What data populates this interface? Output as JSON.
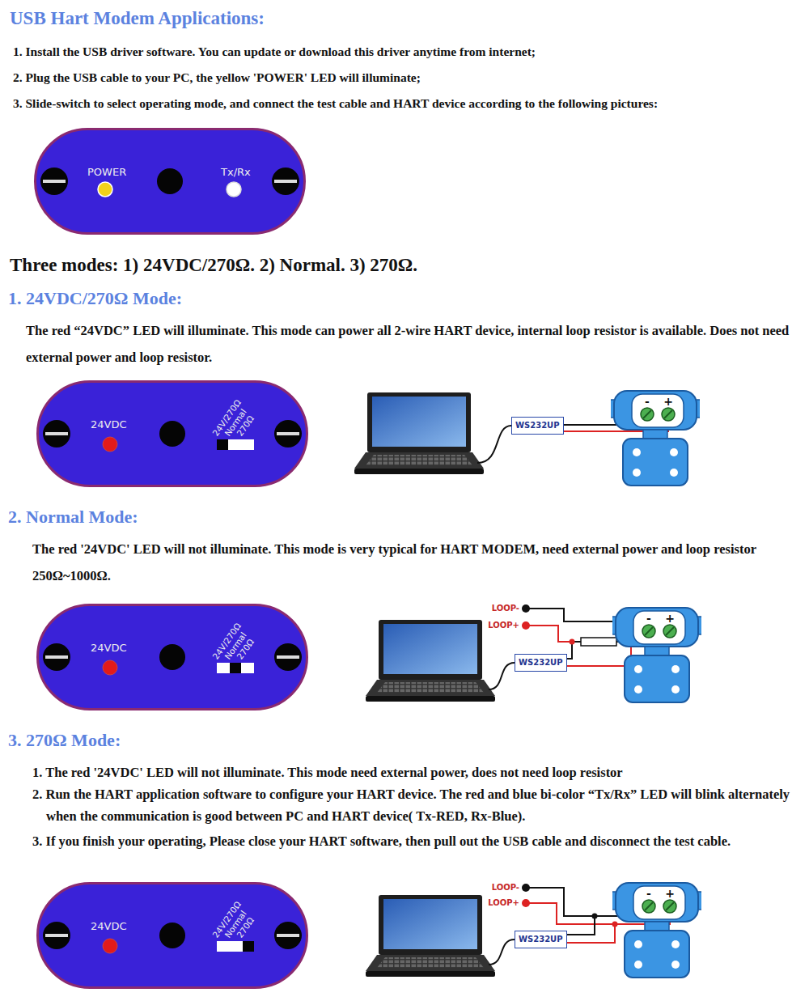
{
  "diagram": {
    "title": "USB Hart Modem Applications:",
    "nodes": [
      {
        "text": [
          "POWER",
          "Tx/Rx"
        ]
      },
      {
        "text": [
          "24VDC",
          "24V/270Ω",
          "Normal",
          "270Ω"
        ]
      },
      {
        "text": [
          "WS232UP"
        ]
      },
      {
        "text": [
          "-",
          "+"
        ]
      },
      {
        "text": [
          "24VDC",
          "24V/270Ω",
          "Normal",
          "270Ω"
        ]
      },
      {
        "text": [
          "WS232UP"
        ]
      },
      {
        "text": [
          "-",
          "+"
        ]
      },
      {
        "text": [
          "24VDC",
          "24V/270Ω",
          "Normal",
          "270Ω"
        ]
      },
      {
        "text": [
          "WS232UP"
        ]
      },
      {
        "text": [
          "-",
          "+"
        ]
      }
    ],
    "edges": [
      {
        "from": 2,
        "to": 3,
        "arrow": "none"
      },
      {
        "from": 2,
        "to": 3,
        "arrow": "none"
      },
      {
        "from": 5,
        "to": 6,
        "arrow": "none"
      },
      {
        "from": 5,
        "to": 6,
        "arrow": "none"
      },
      {
        "from": 8,
        "to": 9,
        "arrow": "none"
      },
      {
        "from": 8,
        "to": 9,
        "arrow": "none"
      }
    ],
    "labels": [
      "1. Install the USB driver software. You can update or download this driver anytime from internet;",
      "2. Plug the USB cable to your PC, the yellow 'POWER' LED will illuminate;",
      "3. Slide-switch to select operating mode, and connect the test cable and HART device according to the following pictures:",
      "Three modes: 1) 24VDC/270Ω. 2) Normal. 3) 270Ω.",
      "1. 24VDC/270Ω Mode:",
      "The red “24VDC” LED will illuminate. This mode can power all 2-wire HART device, internal loop resistor is available. Does not need external power and loop resistor.",
      "2. Normal Mode:",
      "The red '24VDC' LED will not illuminate. This mode is very typical for HART MODEM, need external power and loop resistor 250Ω~1000Ω.",
      "LOOP-",
      "LOOP+",
      "3. 270Ω Mode:",
      "1. The red '24VDC' LED will not illuminate. This mode need external power, does not need loop resistor",
      "2. Run the HART application software to configure your HART device. The red and blue bi-color “Tx/Rx” LED will blink alternately when the communication is good between PC and HART device( Tx-RED, Rx-Blue).",
      "3. If you finish your operating, Please close your HART software, then pull out the USB cable and disconnect the test cable.",
      "LOOP-",
      "LOOP+"
    ]
  }
}
